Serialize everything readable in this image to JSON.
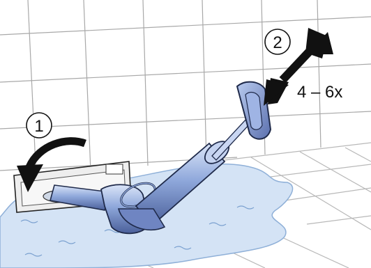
{
  "steps": [
    {
      "number": "1",
      "icon": "rotate-arrow-icon"
    },
    {
      "number": "2",
      "icon": "double-arrow-icon"
    }
  ],
  "repeat_label": "4 – 6x",
  "colors": {
    "tool_blue": "#8fa8db",
    "tool_dark": "#4a5f9a",
    "water": "#d4e3f5",
    "tile_line": "#9a9a9a",
    "arrow": "#111111"
  }
}
